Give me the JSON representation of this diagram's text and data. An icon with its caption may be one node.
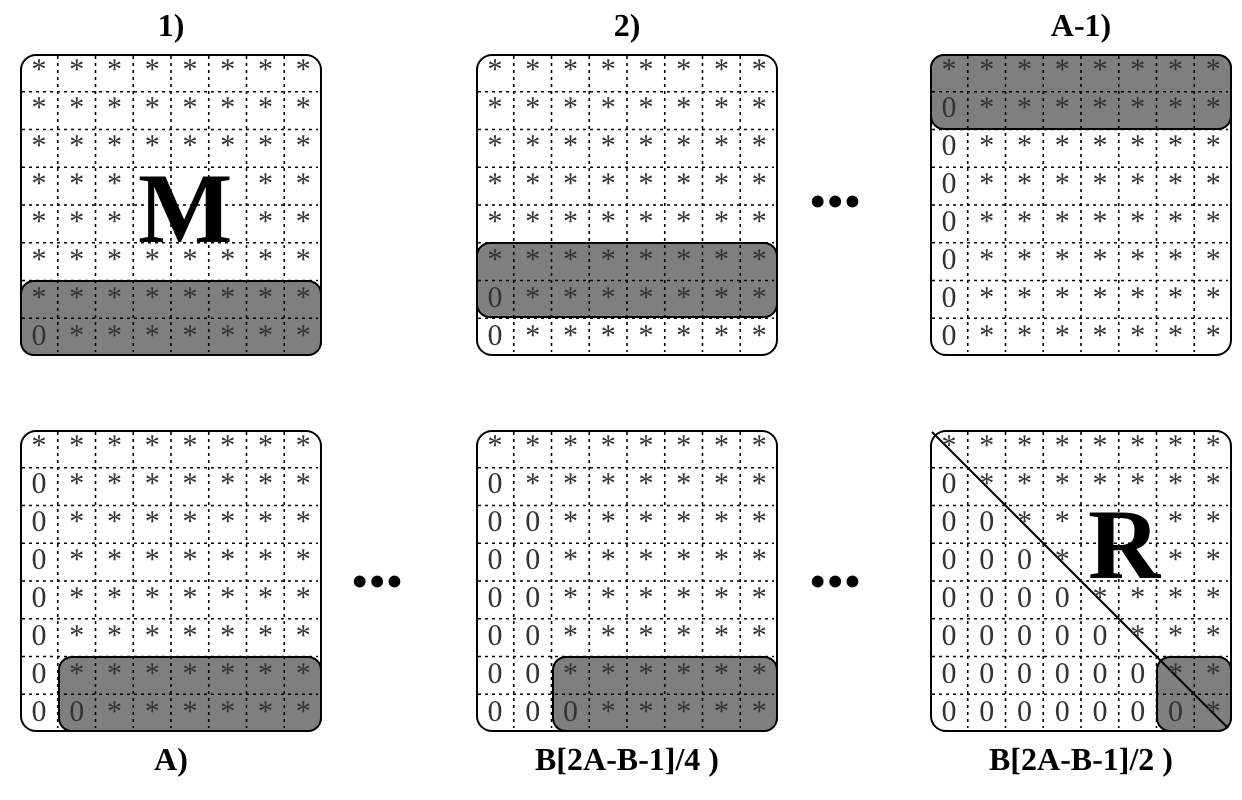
{
  "diagram": {
    "nodes": [
      {
        "text": [
          "1)",
          "M"
        ]
      },
      {
        "text": [
          "2)"
        ]
      },
      {
        "text": [
          "A-1)"
        ]
      },
      {
        "text": [
          "A)"
        ]
      },
      {
        "text": [
          "B[2A-B-1]/4 )"
        ]
      },
      {
        "text": [
          "R",
          "B[2A-B-1]/2 )"
        ]
      }
    ],
    "labels": [
      "*",
      "*",
      "*",
      "*",
      "*",
      "*",
      "*",
      "*",
      "*",
      "*",
      "*",
      "*",
      "*",
      "*",
      "*",
      "*",
      "*",
      "*",
      "*",
      "*",
      "*",
      "*",
      "*",
      "*",
      "*",
      "*",
      "*",
      "*",
      "*",
      "*",
      "*",
      "*",
      "*",
      "*",
      "*",
      "*",
      "*",
      "*",
      "*",
      "*",
      "*",
      "*",
      "*",
      "*",
      "*",
      "*",
      "*",
      "*",
      "*",
      "*",
      "0",
      "*",
      "*",
      "*",
      "*",
      "*",
      "*",
      "*",
      "*",
      "*",
      "*",
      "*",
      "*",
      "*",
      "*",
      "*",
      "*",
      "*",
      "*",
      "*",
      "*",
      "*",
      "*",
      "*",
      "*",
      "*",
      "*",
      "*",
      "*",
      "*",
      "*",
      "*",
      "*",
      "*",
      "*",
      "*",
      "*",
      "*",
      "*",
      "*",
      "*",
      "*",
      "*",
      "*",
      "*",
      "*",
      "*",
      "*",
      "*",
      "*",
      "*",
      "*",
      "*",
      "*",
      "*",
      "*",
      "0",
      "*",
      "*",
      "*",
      "*",
      "*",
      "*",
      "*",
      "0",
      "*",
      "*",
      "*",
      "*",
      "*",
      "*",
      "*",
      "•••",
      "*",
      "*",
      "*",
      "*",
      "*",
      "*",
      "*",
      "*",
      "0",
      "*",
      "*",
      "*",
      "*",
      "*",
      "*",
      "*",
      "0",
      "*",
      "*",
      "*",
      "*",
      "*",
      "*",
      "*",
      "0",
      "*",
      "*",
      "*",
      "*",
      "*",
      "*",
      "*",
      "0",
      "*",
      "*",
      "*",
      "*",
      "*",
      "*",
      "*",
      "0",
      "*",
      "*",
      "*",
      "*",
      "*",
      "*",
      "*",
      "0",
      "*",
      "*",
      "*",
      "*",
      "*",
      "*",
      "*",
      "0",
      "*",
      "*",
      "*",
      "*",
      "*",
      "*",
      "*",
      "*",
      "*",
      "*",
      "*",
      "*",
      "*",
      "*",
      "*",
      "0",
      "*",
      "*",
      "*",
      "*",
      "*",
      "*",
      "*",
      "0",
      "*",
      "*",
      "*",
      "*",
      "*",
      "*",
      "*",
      "0",
      "*",
      "*",
      "*",
      "*",
      "*",
      "*",
      "*",
      "0",
      "*",
      "*",
      "*",
      "*",
      "*",
      "*",
      "*",
      "0",
      "*",
      "*",
      "*",
      "*",
      "*",
      "*",
      "*",
      "0",
      "*",
      "*",
      "*",
      "*",
      "*",
      "*",
      "*",
      "0",
      "0",
      "*",
      "*",
      "*",
      "*",
      "*",
      "*",
      "•••",
      "*",
      "*",
      "*",
      "*",
      "*",
      "*",
      "*",
      "*",
      "0",
      "*",
      "*",
      "*",
      "*",
      "*",
      "*",
      "*",
      "0",
      "0",
      "*",
      "*",
      "*",
      "*",
      "*",
      "*",
      "0",
      "0",
      "*",
      "*",
      "*",
      "*",
      "*",
      "*",
      "0",
      "0",
      "*",
      "*",
      "*",
      "*",
      "*",
      "*",
      "0",
      "0",
      "*",
      "*",
      "*",
      "*",
      "*",
      "*",
      "0",
      "0",
      "*",
      "*",
      "*",
      "*",
      "*",
      "*",
      "0",
      "0",
      "0",
      "*",
      "*",
      "*",
      "*",
      "*",
      "•••",
      "*",
      "*",
      "*",
      "*",
      "*",
      "*",
      "*",
      "*",
      "0",
      "*",
      "*",
      "*",
      "*",
      "*",
      "*",
      "*",
      "0",
      "0",
      "*",
      "*",
      "*",
      "*",
      "0",
      "0",
      "0",
      "*",
      "*",
      "*",
      "0",
      "0",
      "0",
      "0",
      "*",
      "*",
      "*",
      "*",
      "0",
      "0",
      "0",
      "0",
      "0",
      "*",
      "*",
      "*",
      "0",
      "0",
      "0",
      "0",
      "0",
      "0",
      "*",
      "*",
      "0",
      "0",
      "0",
      "0",
      "0",
      "0",
      "0",
      "*"
    ]
  }
}
